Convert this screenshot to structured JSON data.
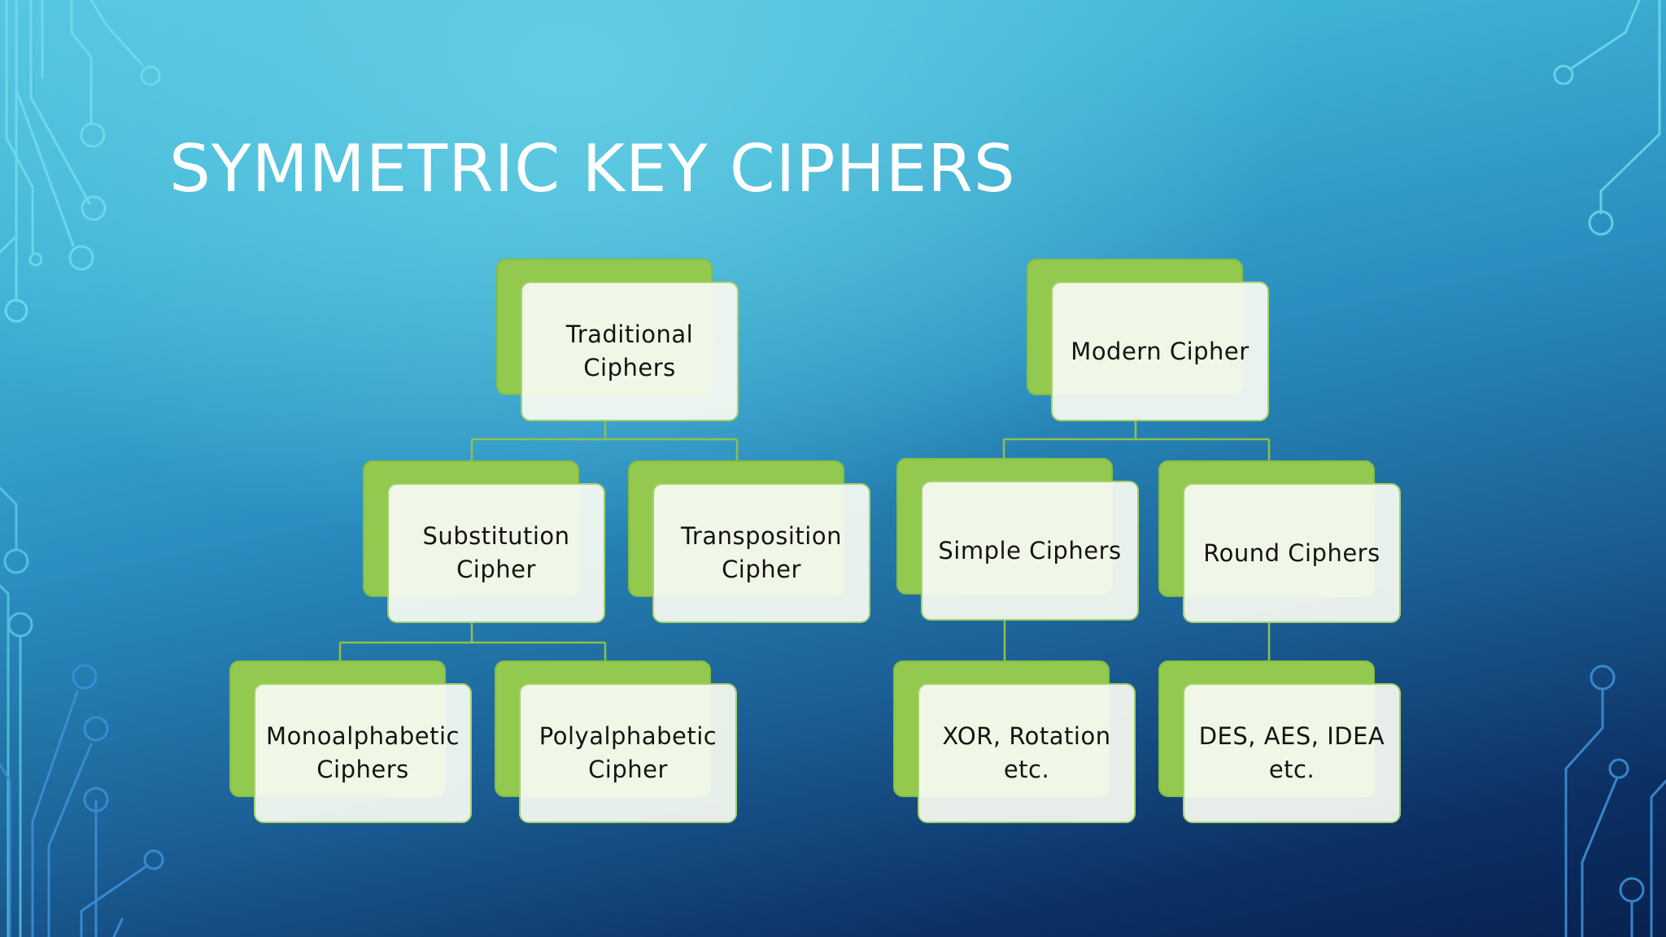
{
  "slide": {
    "title": "SYMMETRIC KEY CIPHERS"
  },
  "diagram": {
    "type": "hierarchy",
    "nodes": {
      "traditional": "Traditional\nCiphers",
      "modern": "Modern Cipher",
      "substitution": "Substitution\nCipher",
      "transposition": "Transposition\nCipher",
      "simple": "Simple Ciphers",
      "round": "Round Ciphers",
      "mono": "Monoalphabetic\nCiphers",
      "poly": "Polyalphabetic\nCipher",
      "xor": "XOR, Rotation\netc.",
      "des": "DES, AES, IDEA\netc."
    }
  },
  "colors": {
    "box_green": "#92c94e",
    "box_face": "#f8fbf2",
    "connector": "#8fc04a",
    "title_text": "#ffffff",
    "circuit_lines": "#6fd8ee"
  }
}
